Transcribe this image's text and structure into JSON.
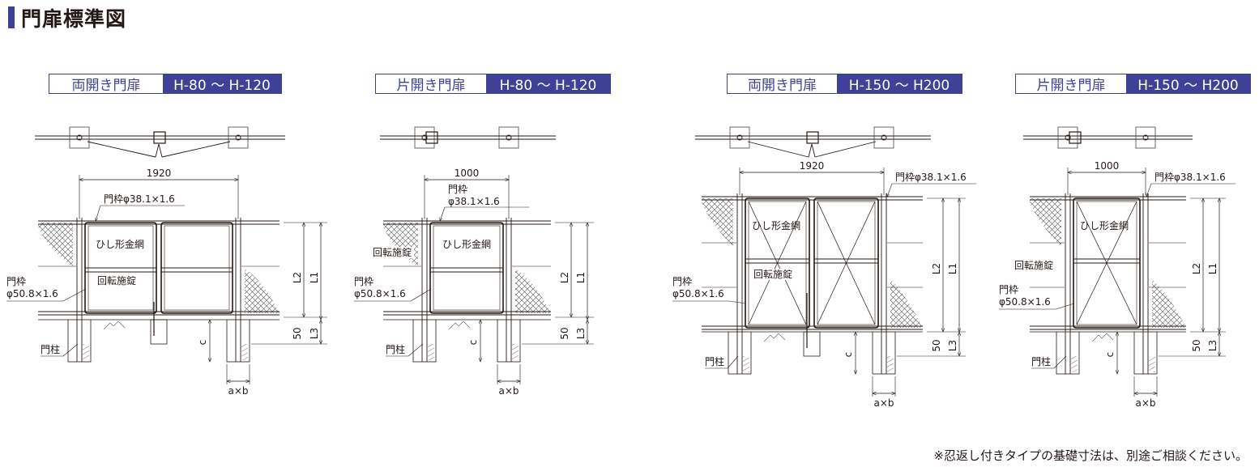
{
  "title": "門扉標準図",
  "panels": [
    {
      "type": "両開き門扉",
      "range": "H-80 ～ H-120",
      "width": "1920",
      "double": true,
      "labels": {
        "top_frame": "門枠φ38.1×1.6",
        "mesh": "ひし形金網",
        "lock": "回転施錠",
        "side_frame": "門枠\nφ50.8×1.6",
        "post": "門柱",
        "L2": "L2",
        "L1": "L1",
        "d50": "50",
        "L3": "L3",
        "c": "c",
        "ab": "a×b"
      }
    },
    {
      "type": "片開き門扉",
      "range": "H-80 ～ H-120",
      "width": "1000",
      "double": false,
      "labels": {
        "top_frame": "門枠\nφ38.1×1.6",
        "mesh": "ひし形金網",
        "lock": "回転施錠",
        "side_frame": "門枠\nφ50.8×1.6",
        "post": "門柱",
        "L2": "L2",
        "L1": "L1",
        "d50": "50",
        "L3": "L3",
        "c": "c",
        "ab": "a×b"
      }
    },
    {
      "type": "両開き門扉",
      "range": "H-150 ～ H200",
      "width": "1920",
      "double": true,
      "labels": {
        "top_frame": "門枠φ38.1×1.6",
        "mesh": "ひし形金網",
        "lock": "回転施錠",
        "side_frame": "門枠\nφ50.8×1.6",
        "post": "門柱",
        "L2": "L2",
        "L1": "L1",
        "d50": "50",
        "L3": "L3",
        "c": "c",
        "ab": "a×b"
      }
    },
    {
      "type": "片開き門扉",
      "range": "H-150 ～ H200",
      "width": "1000",
      "double": false,
      "labels": {
        "top_frame": "門枠φ38.1×1.6",
        "mesh": "ひし形金網",
        "lock": "回転施錠",
        "side_frame": "門枠\nφ50.8×1.6",
        "post": "門柱",
        "L2": "L2",
        "L1": "L1",
        "d50": "50",
        "L3": "L3",
        "c": "c",
        "ab": "a×b"
      }
    }
  ],
  "footnote": "※忍返し付きタイプの基礎寸法は、別途ご相談ください。",
  "colors": {
    "accent": "#3f4196",
    "line": "#231815"
  }
}
